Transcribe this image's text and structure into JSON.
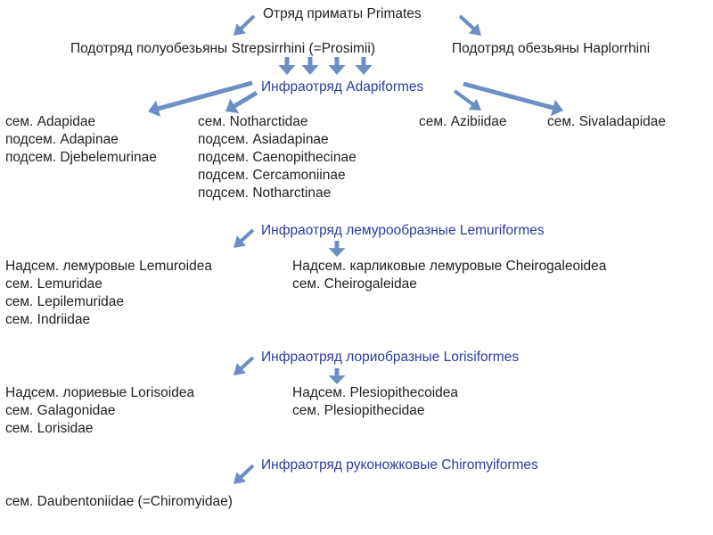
{
  "colors": {
    "arrow": "#6b8fc4",
    "infraorder_text": "#2b3c9e",
    "text": "#222222"
  },
  "order": "Отряд приматы Primates",
  "suborders": {
    "strepsirrhini": "Подотряд полуобезьяны Strepsirrhini (=Prosimii)",
    "haplorrhini": "Подотряд обезьяны Haplorrhini"
  },
  "infraorders": {
    "adapiformes": "Инфраотряд Adapiformes",
    "lemuriformes": "Инфраотряд лемурообразные Lemuriformes",
    "lorisiformes": "Инфраотряд лориобразные Lorisiformes",
    "chiromyiformes": "Инфраотряд руконожковые Chiromyiformes"
  },
  "adapiformes_groups": {
    "adapidae": [
      "сем. Adapidae",
      "подсем. Adapinae",
      "подсем. Djebelemurinae"
    ],
    "notharctidae": [
      "сем. Notharctidae",
      "подсем. Asiadapinae",
      "подсем. Caenopithecinae",
      "подсем. Cercamoniinae",
      "подсем. Notharctinae"
    ],
    "azibiidae": [
      "сем. Azibiidae"
    ],
    "sivaladapidae": [
      "сем. Sivaladapidae"
    ]
  },
  "lemuriformes_groups": {
    "lemuroidea": [
      "Надсем. лемуровые Lemuroidea",
      "сем. Lemuridae",
      "сем. Lepilemuridae",
      "сем. Indriidae"
    ],
    "cheirogaleoidea": [
      "Надсем. карликовые лемуровые Cheirogaleoidea",
      "сем. Cheirogaleidae"
    ]
  },
  "lorisiformes_groups": {
    "lorisoidea": [
      "Надсем. лориевые Lorisoidea",
      "сем. Galagonidae",
      "сем. Lorisidae"
    ],
    "plesiopithecoidea": [
      "Надсем. Plesiopithecoidea",
      "сем. Plesiopithecidae"
    ]
  },
  "chiromyiformes_groups": {
    "daubentoniidae": [
      "сем. Daubentoniidae (=Chiromyidae)"
    ]
  }
}
